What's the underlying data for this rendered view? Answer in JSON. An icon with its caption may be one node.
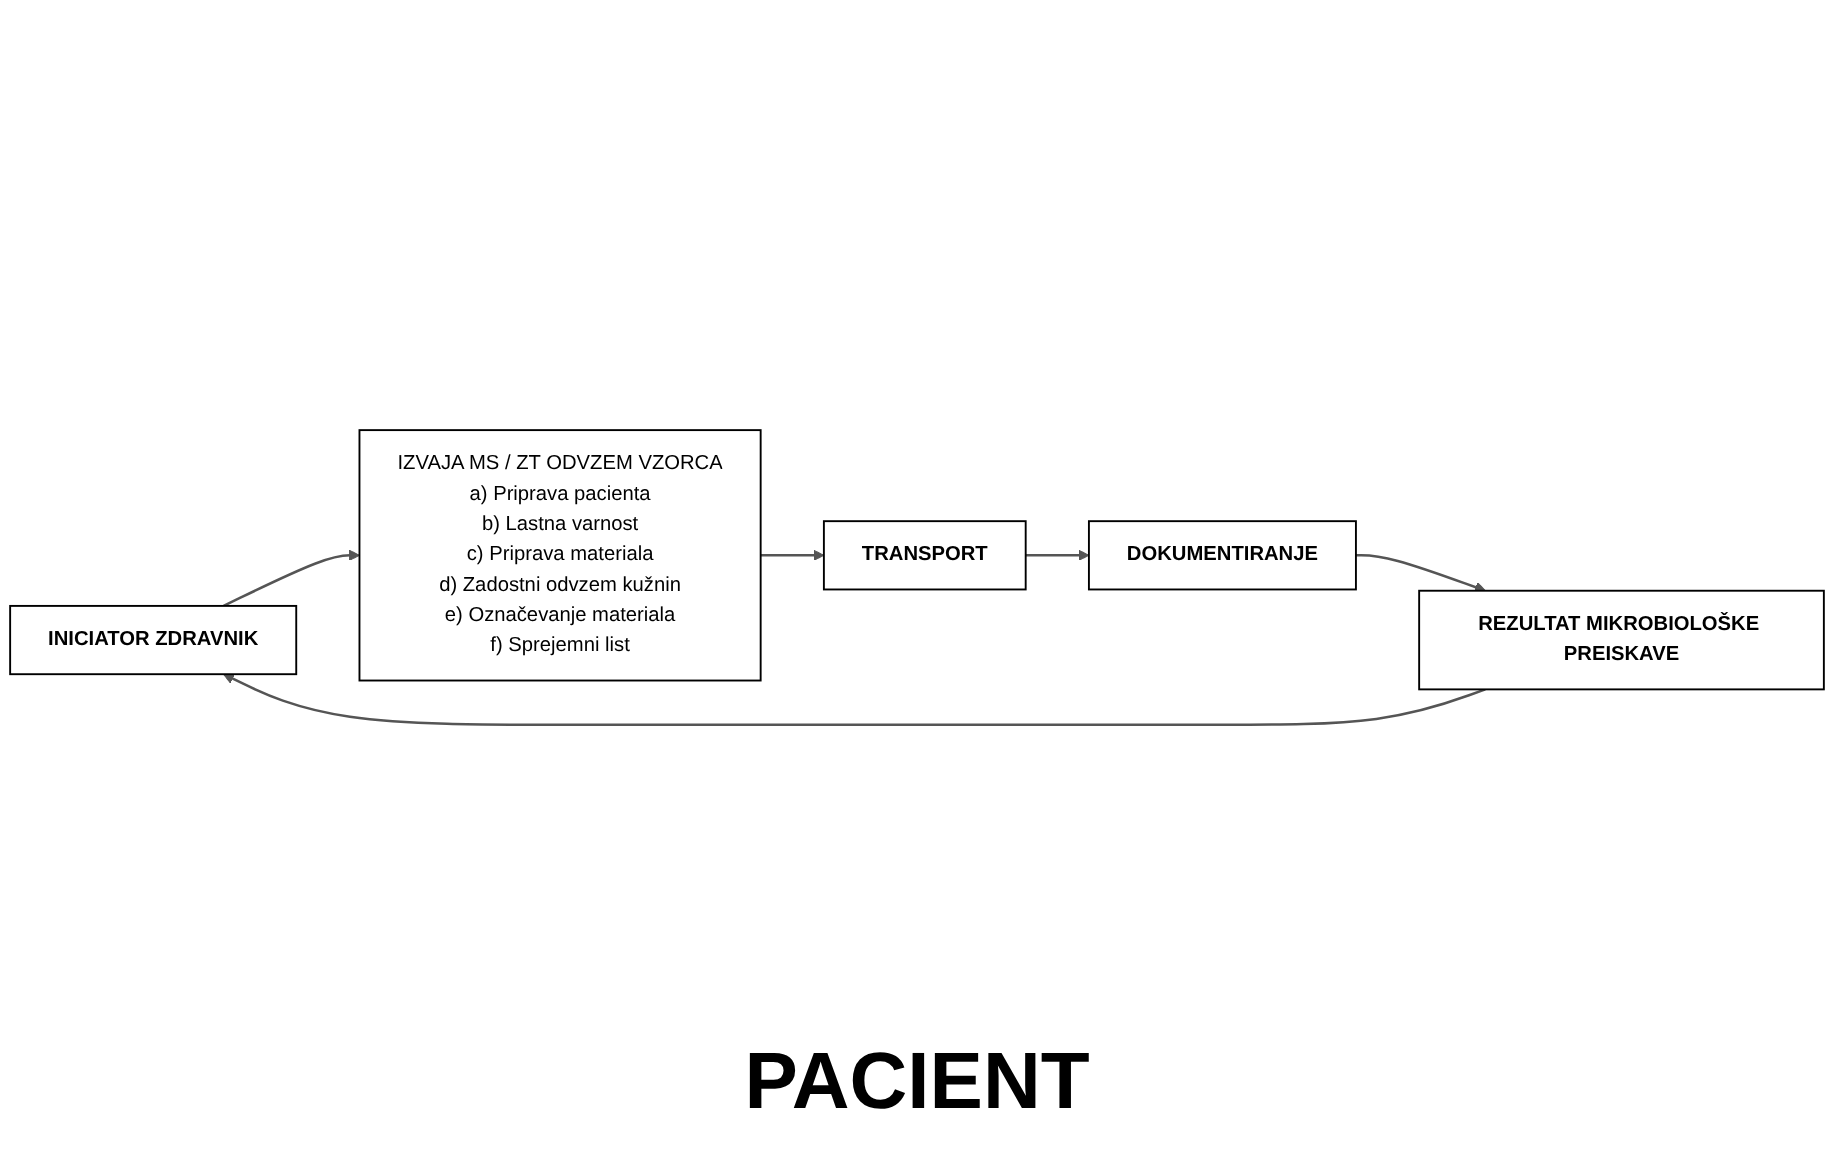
{
  "diagram": {
    "nodes": [
      {
        "text": [
          "INICIATOR ZDRAVNIK"
        ]
      },
      {
        "text": [
          "IZVAJA MS / ZT ODVZEM VZORCA",
          "a) Priprava pacienta",
          "b) Lastna varnost",
          "c) Priprava materiala",
          "d) Zadostni odvzem kužnin",
          "e) Označevanje materiala",
          "f) Sprejemni list"
        ]
      },
      {
        "text": [
          "TRANSPORT"
        ]
      },
      {
        "text": [
          "DOKUMENTIRANJE"
        ]
      },
      {
        "text": [
          "REZULTAT MIKROBIOLOŠKE PREISKAVE"
        ]
      }
    ],
    "edges": [
      {
        "from": 0,
        "to": 1,
        "arrow": "to"
      },
      {
        "from": 1,
        "to": 2,
        "arrow": "to"
      },
      {
        "from": 2,
        "to": 3,
        "arrow": "to"
      },
      {
        "from": 3,
        "to": 4,
        "arrow": "to"
      },
      {
        "from": 4,
        "to": 0,
        "arrow": "to"
      }
    ],
    "labels": [
      "PACIENT"
    ]
  }
}
